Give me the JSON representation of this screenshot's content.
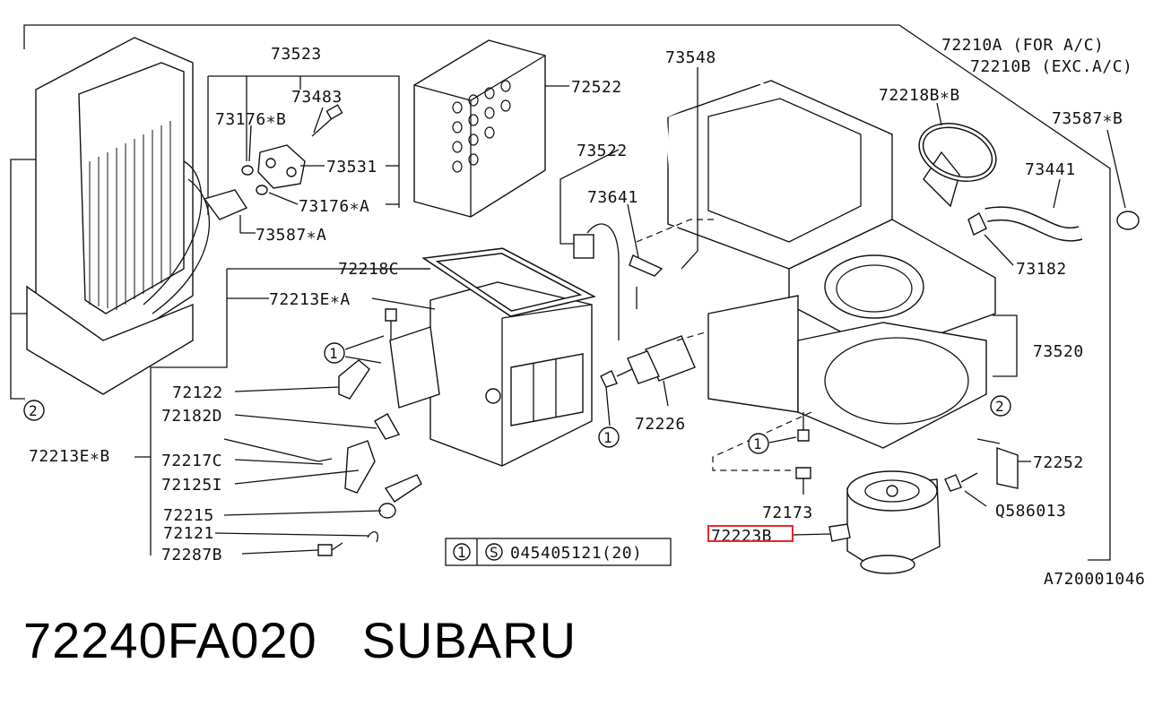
{
  "diagram": {
    "labels": {
      "p73523": "73523",
      "p73483": "73483",
      "p73176b": "73176∗B",
      "p73531": "73531",
      "p73176a": "73176∗A",
      "p73587a": "73587∗A",
      "p72522": "72522",
      "p73548": "73548",
      "p72210a": "72210A (FOR A/C)",
      "p72210b": "72210B (EXC.A/C)",
      "p72218b": "72218B∗B",
      "p73587b": "73587∗B",
      "p73522": "73522",
      "p73441": "73441",
      "p73641": "73641",
      "p73182": "73182",
      "p72218c": "72218C",
      "p72213ea": "72213E∗A",
      "p73520": "73520",
      "p72122": "72122",
      "p72182d": "72182D",
      "p72226": "72226",
      "p72213eb": "72213E∗B",
      "p72217c": "72217C",
      "p72125i": "72125I",
      "p72215": "72215",
      "p72121": "72121",
      "p72287b": "72287B",
      "p72252": "72252",
      "p72173": "72173",
      "p72223b": "72223B",
      "p_q586013": "Q586013",
      "ref": "A720001046"
    },
    "circle_ref": "1",
    "circle_ref2": "2",
    "note_code": "045405121(20)",
    "note_s": "S",
    "highlight_color": "#e8262b"
  },
  "caption": {
    "part_number": "72240FA020",
    "brand": "SUBARU"
  }
}
